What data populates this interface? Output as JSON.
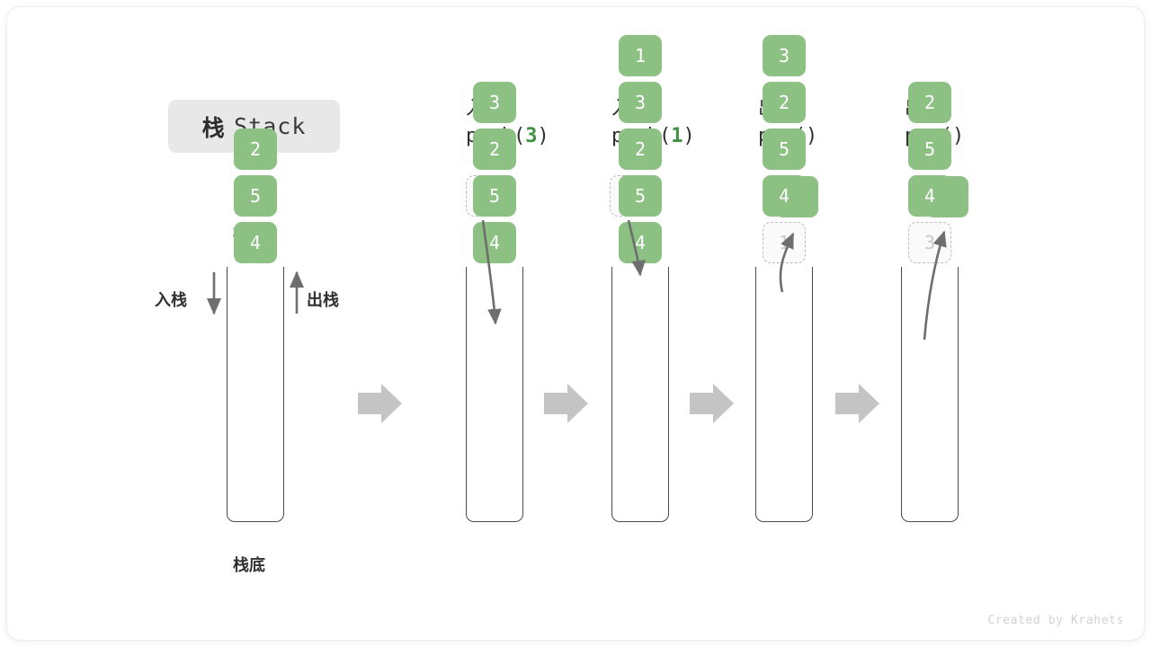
{
  "title": {
    "cn": "栈",
    "en": "Stack"
  },
  "labels": {
    "top": "栈顶",
    "bottom": "栈底",
    "push_side": "入栈",
    "pop_side": "出栈"
  },
  "footer": "Created by Krahets",
  "colors": {
    "cell_green": "#8cc183",
    "accent_green": "#3f9142",
    "ghost_border": "#bdbdbd",
    "ghost_text": "#c9c9c9",
    "tube_stroke": "#4a4a4a",
    "flow_arrow": "#c4c4c4",
    "motion_arrow": "#6e6e6e",
    "chip_bg": "#e8e8e8"
  },
  "columns": [
    {
      "id": "initial",
      "head_cn": "",
      "head_code": "",
      "head_arg": "",
      "stack": [
        "4",
        "5",
        "2"
      ],
      "ghost_in_stack": null,
      "float_chip": null
    },
    {
      "id": "push-3",
      "head_cn": "入栈",
      "head_code_prefix": "push(",
      "head_arg": "3",
      "head_code_suffix": ")",
      "stack": [
        "4",
        "5",
        "2",
        "3"
      ],
      "ghost_in_stack": null,
      "float_chip": {
        "value": "3",
        "style": "ghost"
      }
    },
    {
      "id": "push-1",
      "head_cn": "入栈",
      "head_code_prefix": "push(",
      "head_arg": "1",
      "head_code_suffix": ")",
      "stack": [
        "4",
        "5",
        "2",
        "3",
        "1"
      ],
      "ghost_in_stack": null,
      "float_chip": {
        "value": "1",
        "style": "ghost"
      }
    },
    {
      "id": "pop-1",
      "head_cn": "出栈",
      "head_code_prefix": "pop(",
      "head_arg": "",
      "head_code_suffix": ")",
      "stack": [
        "4",
        "5",
        "2",
        "3"
      ],
      "ghost_in_stack": "1",
      "float_chip": {
        "value": "1",
        "style": "solid"
      }
    },
    {
      "id": "pop-2",
      "head_cn": "出栈",
      "head_code_prefix": "pop(",
      "head_arg": "",
      "head_code_suffix": ")",
      "stack": [
        "4",
        "5",
        "2"
      ],
      "ghost_in_stack": "3",
      "float_chip": {
        "value": "3",
        "style": "solid"
      }
    }
  ],
  "cells": {
    "c0": [
      "2",
      "5",
      "4"
    ],
    "c1": [
      "3",
      "2",
      "5",
      "4"
    ],
    "c2": [
      "1",
      "3",
      "2",
      "5",
      "4"
    ],
    "c3_ghost": "1",
    "c3": [
      "3",
      "2",
      "5",
      "4"
    ],
    "c4_ghost": "3",
    "c4": [
      "2",
      "5",
      "4"
    ]
  },
  "chips": {
    "push3": "3",
    "push1": "1",
    "pop1": "1",
    "pop3": "3"
  },
  "headers": {
    "h1_cn": "入栈",
    "h1_pre": "push(",
    "h1_arg": "3",
    "h1_post": ")",
    "h2_cn": "入栈",
    "h2_pre": "push(",
    "h2_arg": "1",
    "h2_post": ")",
    "h3_cn": "出栈",
    "h3_pre": "pop(",
    "h3_arg": "",
    "h3_post": ")",
    "h4_cn": "出栈",
    "h4_pre": "pop(",
    "h4_arg": "",
    "h4_post": ")"
  }
}
